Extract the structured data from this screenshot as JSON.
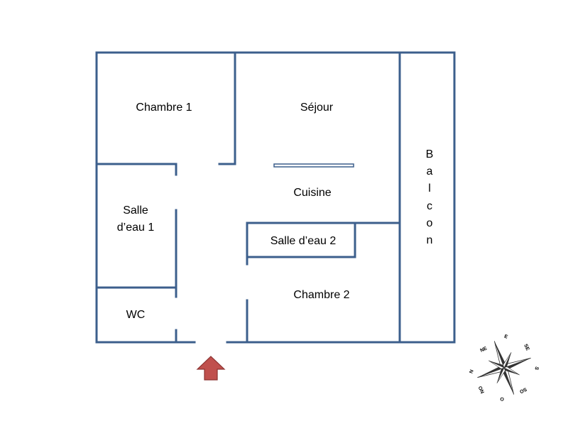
{
  "colors": {
    "wall": "#3c5f8c",
    "arrow_fill": "#c0504d",
    "arrow_stroke": "#8c3230",
    "text": "#000000",
    "compass": "#333333"
  },
  "rooms": {
    "chambre1": "Chambre 1",
    "sejour": "Séjour",
    "cuisine": "Cuisine",
    "salle_eau1_line1": "Salle",
    "salle_eau1_line2": "d’eau 1",
    "salle_eau2": "Salle d’eau 2",
    "wc": "WC",
    "chambre2": "Chambre 2",
    "balcon_letters": [
      "B",
      "a",
      "l",
      "c",
      "o",
      "n"
    ]
  },
  "compass": {
    "icon": "compass-rose-icon",
    "labels": [
      "N",
      "NE",
      "E",
      "SE",
      "S",
      "SO",
      "O",
      "NO"
    ]
  },
  "entrance": {
    "icon": "up-arrow-icon"
  }
}
